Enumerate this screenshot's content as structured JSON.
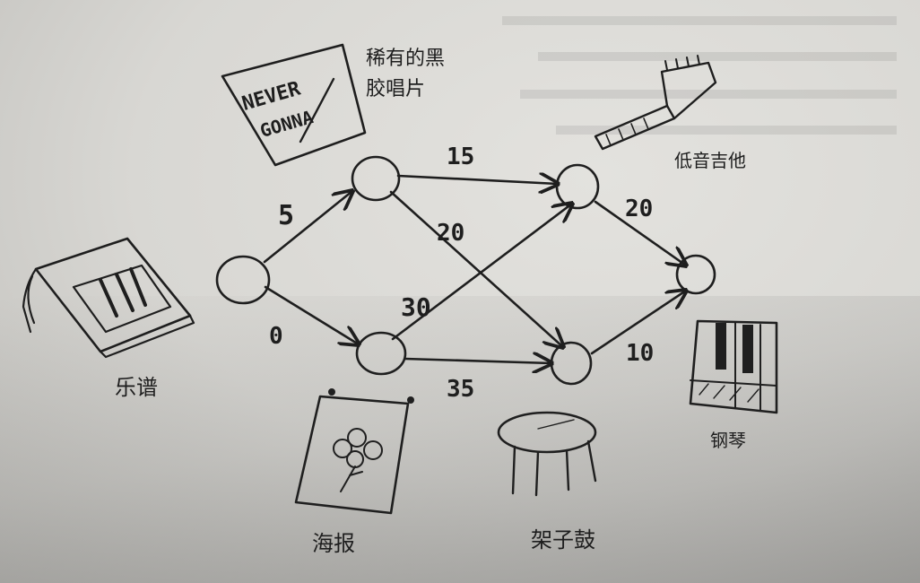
{
  "graph": {
    "nodes": [
      {
        "id": "start",
        "label": "乐谱"
      },
      {
        "id": "record",
        "label": "稀有的黑胶唱片"
      },
      {
        "id": "poster",
        "label": "海报"
      },
      {
        "id": "bass",
        "label": "低音吉他"
      },
      {
        "id": "drum",
        "label": "架子鼓"
      },
      {
        "id": "piano",
        "label": "钢琴"
      }
    ],
    "edges": [
      {
        "from": "start",
        "to": "record",
        "weight": "5"
      },
      {
        "from": "start",
        "to": "poster",
        "weight": "0"
      },
      {
        "from": "record",
        "to": "bass",
        "weight": "15"
      },
      {
        "from": "record",
        "to": "drum",
        "weight": "20"
      },
      {
        "from": "poster",
        "to": "bass",
        "weight": "30"
      },
      {
        "from": "poster",
        "to": "drum",
        "weight": "35"
      },
      {
        "from": "bass",
        "to": "piano",
        "weight": "20"
      },
      {
        "from": "drum",
        "to": "piano",
        "weight": "10"
      }
    ]
  },
  "labels": {
    "record_line1": "稀有的黑",
    "record_line2": "胶唱片",
    "bass": "低音吉他",
    "sheet": "乐谱",
    "poster": "海报",
    "drum": "架子鼓",
    "piano": "钢琴",
    "record_cover_line1": "NEVER",
    "record_cover_line2": "GONNA"
  },
  "colors": {
    "ink": "#1e1e1e",
    "paper": "#d8d7d3"
  }
}
